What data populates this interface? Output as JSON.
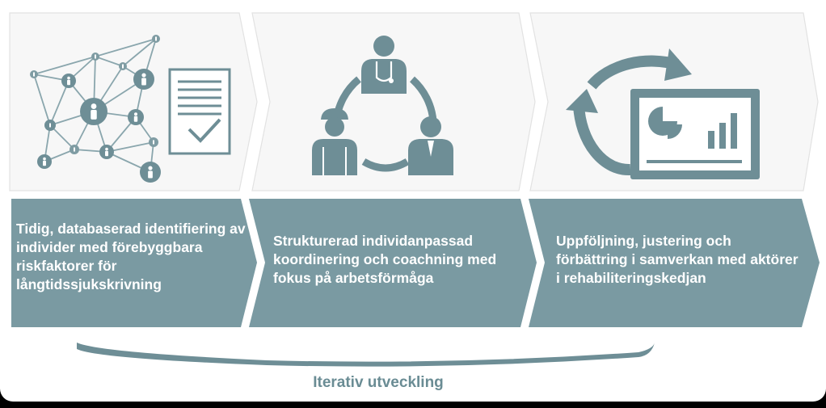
{
  "steps": [
    {
      "id": "identification",
      "text": "Tidig, databaserad identifiering av individer med förebyggbara riskfaktorer för långtidssjukskrivning",
      "icon": "network-document-icon"
    },
    {
      "id": "coordination",
      "text": "Strukturerad individanpassad koordinering och coachning med fokus på arbetsförmåga",
      "icon": "team-cycle-icon"
    },
    {
      "id": "followup",
      "text": "Uppföljning, justering och förbättring i samverkan med aktörer i rehabiliteringskedjan",
      "icon": "dashboard-cycle-icon"
    }
  ],
  "iteration_label": "Iterativ utveckling",
  "colors": {
    "arrow_fill": "#7a9aa2",
    "icon_fill": "#6e8e96",
    "panel_fill": "#f7f7f7",
    "panel_stroke": "#e2e2e2",
    "text_on_arrow": "#ffffff",
    "label_text": "#6a8c94"
  }
}
